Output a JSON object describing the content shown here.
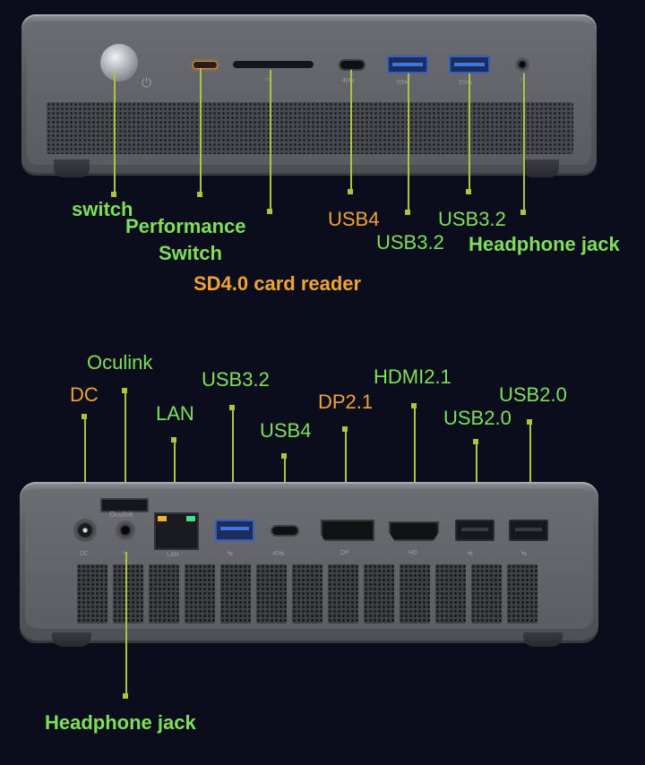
{
  "front": {
    "labels": {
      "switch": "switch",
      "performance_switch_line1": "Performance",
      "performance_switch_line2": "Switch",
      "sd_reader": "SD4.0 card reader",
      "usb4": "USB4",
      "usb32_a": "USB3.2",
      "usb32_b": "USB3.2",
      "headphone": "Headphone jack"
    }
  },
  "rear": {
    "port_print": {
      "oculink": "Oculink",
      "dc": "DC",
      "lan": "LAN",
      "dp": "DP",
      "hd": "HD"
    },
    "labels": {
      "oculink": "Oculink",
      "dc": "DC",
      "lan": "LAN",
      "usb32": "USB3.2",
      "usb4": "USB4",
      "dp21": "DP2.1",
      "hdmi21": "HDMI2.1",
      "usb20_a": "USB2.0",
      "usb20_b": "USB2.0",
      "headphone": "Headphone jack"
    }
  },
  "colors": {
    "background": "#0c0d1c",
    "label_green": "#7ee05a",
    "label_orange": "#f0a436",
    "leader_line": "#a9c640",
    "usb3_blue": "#2d61c8"
  }
}
